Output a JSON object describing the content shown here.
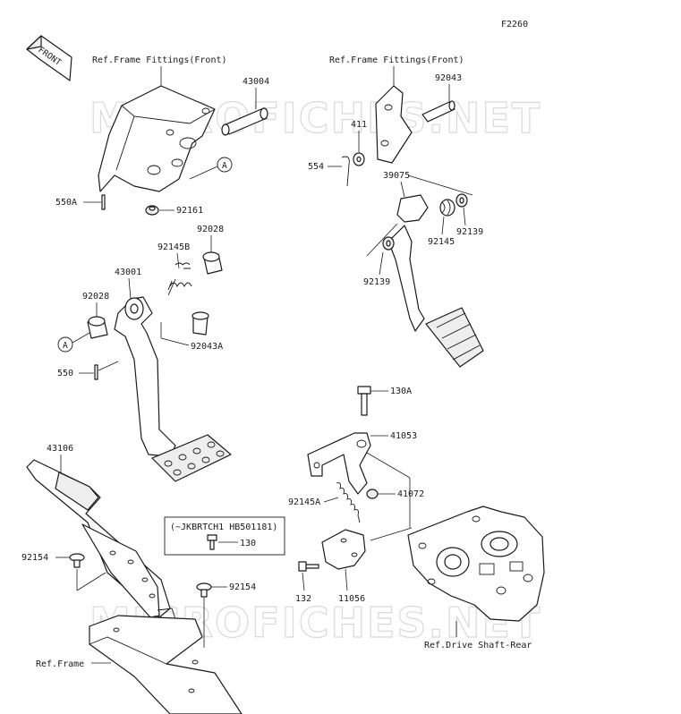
{
  "diagram_code": "F2260",
  "front_badge": "FRONT",
  "watermark": "MICROFICHES.NET",
  "refs": {
    "frame_fittings_left": "Ref.Frame Fittings(Front)",
    "frame_fittings_right": "Ref.Frame Fittings(Front)",
    "drive_shaft_rear": "Ref.Drive Shaft-Rear",
    "frame": "Ref.Frame"
  },
  "callout_a": "A",
  "serial_note": "(~JKBRTCH1 HB501181)",
  "parts": {
    "p43004": "43004",
    "p550A": "550A",
    "p92161": "92161",
    "p92145B": "92145B",
    "p92028_top": "92028",
    "p43001": "43001",
    "p92028_left": "92028",
    "p92043A": "92043A",
    "p550": "550",
    "p92043": "92043",
    "p411": "411",
    "p554": "554",
    "p39075": "39075",
    "p92139_right": "92139",
    "p92145": "92145",
    "p92139_left": "92139",
    "p130A": "130A",
    "p41053": "41053",
    "p92145A": "92145A",
    "p41072": "41072",
    "p43106": "43106",
    "p130": "130",
    "p92154_left": "92154",
    "p92154_right": "92154",
    "p132": "132",
    "p11056": "11056"
  }
}
